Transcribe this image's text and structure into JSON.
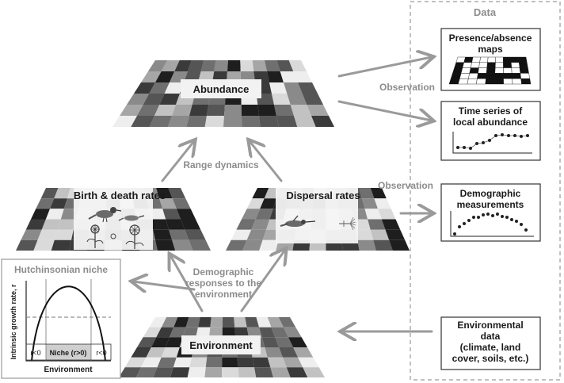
{
  "colors": {
    "arrow": "#9a9a9a",
    "box_border": "#333333",
    "dashed_border": "#9a9a9a",
    "label_bg": "#f2f2f2",
    "curve": "#111111"
  },
  "layers": {
    "abundance": "Abundance",
    "birth_death": "Birth & death rates",
    "dispersal": "Dispersal rates",
    "environment": "Environment"
  },
  "arrow_labels": {
    "range_dynamics": "Range dynamics",
    "demographic_line1": "Demographic",
    "demographic_line2": "responses to the",
    "demographic_line3": "environment",
    "observation_top": "Observation",
    "observation_mid": "Observation"
  },
  "data_panel": {
    "title": "Data",
    "presence_line1": "Presence/absence",
    "presence_line2": "maps",
    "timeseries_line1": "Time series of",
    "timeseries_line2": "local abundance",
    "demographic_line1": "Demographic",
    "demographic_line2": "measurements",
    "env_line1": "Environmental",
    "env_line2": "data",
    "env_line3": "(climate, land",
    "env_line4": "cover, soils, etc.)"
  },
  "niche": {
    "title": "Hutchinsonian niche",
    "ylabel": "Intrinsic growth rate, r",
    "xlabel": "Environment",
    "left_zone": "r<0",
    "center_zone": "Niche (r>0)",
    "right_zone": "r<0"
  },
  "icons": [
    "bird-icon",
    "flower-icon",
    "hummingbird-icon",
    "seed-icon"
  ]
}
